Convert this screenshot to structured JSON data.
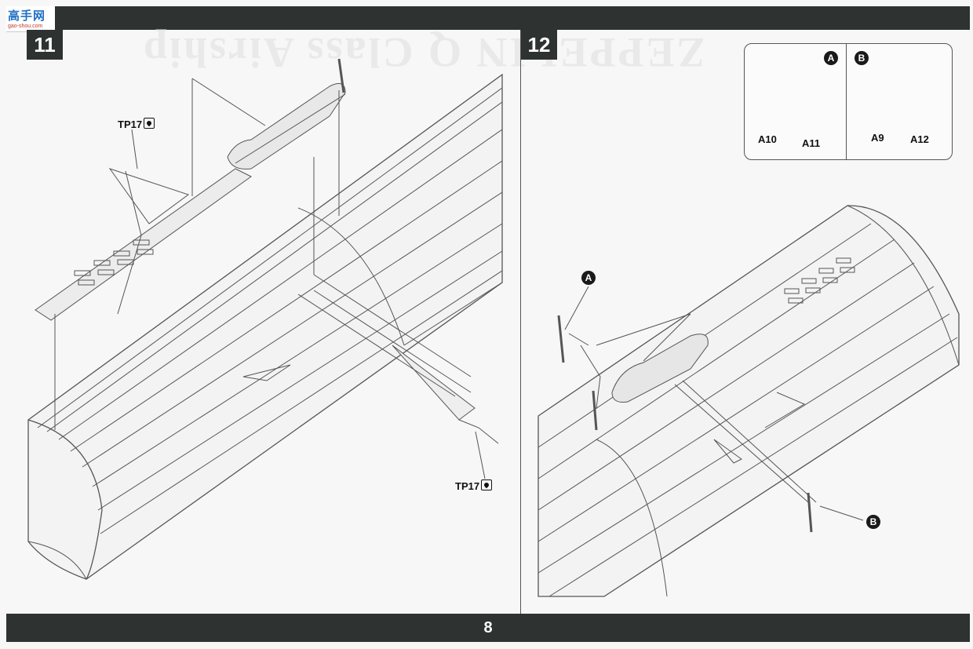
{
  "watermark": {
    "brand": "高手网",
    "url": "gao-shou.com"
  },
  "page_number": "8",
  "steps": [
    {
      "number": "11",
      "callouts": [
        "TP17",
        "TP17"
      ]
    },
    {
      "number": "12",
      "inset": {
        "markers": [
          "A",
          "B"
        ],
        "parts": [
          "A10",
          "A11",
          "A9",
          "A12"
        ]
      },
      "markers": [
        "A",
        "B"
      ]
    }
  ],
  "background_text": "ZEPPELIN Q Class Airship",
  "colors": {
    "band": "#2e3231",
    "line": "#555555",
    "hull_fill": "#f3f3f3"
  },
  "icons": {
    "tape": "double-sided-tape-icon"
  }
}
